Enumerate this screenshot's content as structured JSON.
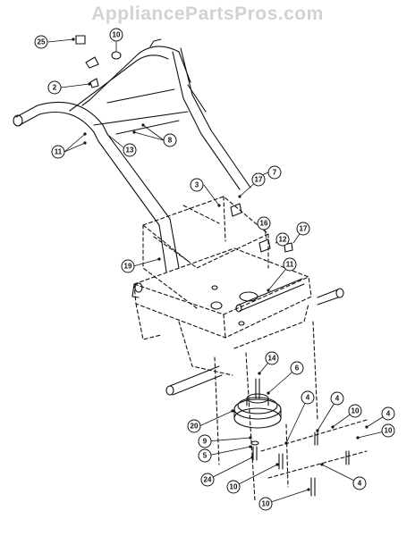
{
  "watermark": "AppliancePartsPros.com",
  "callouts": [
    {
      "id": "c25",
      "text": "25"
    },
    {
      "id": "c10a",
      "text": "10"
    },
    {
      "id": "c2",
      "text": "2"
    },
    {
      "id": "c8",
      "text": "8"
    },
    {
      "id": "c11a",
      "text": "11"
    },
    {
      "id": "c13",
      "text": "13"
    },
    {
      "id": "c7",
      "text": "7"
    },
    {
      "id": "c3",
      "text": "3"
    },
    {
      "id": "c17a",
      "text": "17"
    },
    {
      "id": "c16",
      "text": "16"
    },
    {
      "id": "c12",
      "text": "12"
    },
    {
      "id": "c17b",
      "text": "17"
    },
    {
      "id": "c19",
      "text": "19"
    },
    {
      "id": "c11b",
      "text": "11"
    },
    {
      "id": "c14",
      "text": "14"
    },
    {
      "id": "c6",
      "text": "6"
    },
    {
      "id": "c20",
      "text": "20"
    },
    {
      "id": "c4a",
      "text": "4"
    },
    {
      "id": "c4b",
      "text": "4"
    },
    {
      "id": "c10b",
      "text": "10"
    },
    {
      "id": "c4c",
      "text": "4"
    },
    {
      "id": "c10c",
      "text": "10"
    },
    {
      "id": "c9",
      "text": "9"
    },
    {
      "id": "c5",
      "text": "5"
    },
    {
      "id": "c24",
      "text": "24"
    },
    {
      "id": "c10d",
      "text": "10"
    },
    {
      "id": "c4d",
      "text": "4"
    },
    {
      "id": "c10e",
      "text": "10"
    }
  ]
}
